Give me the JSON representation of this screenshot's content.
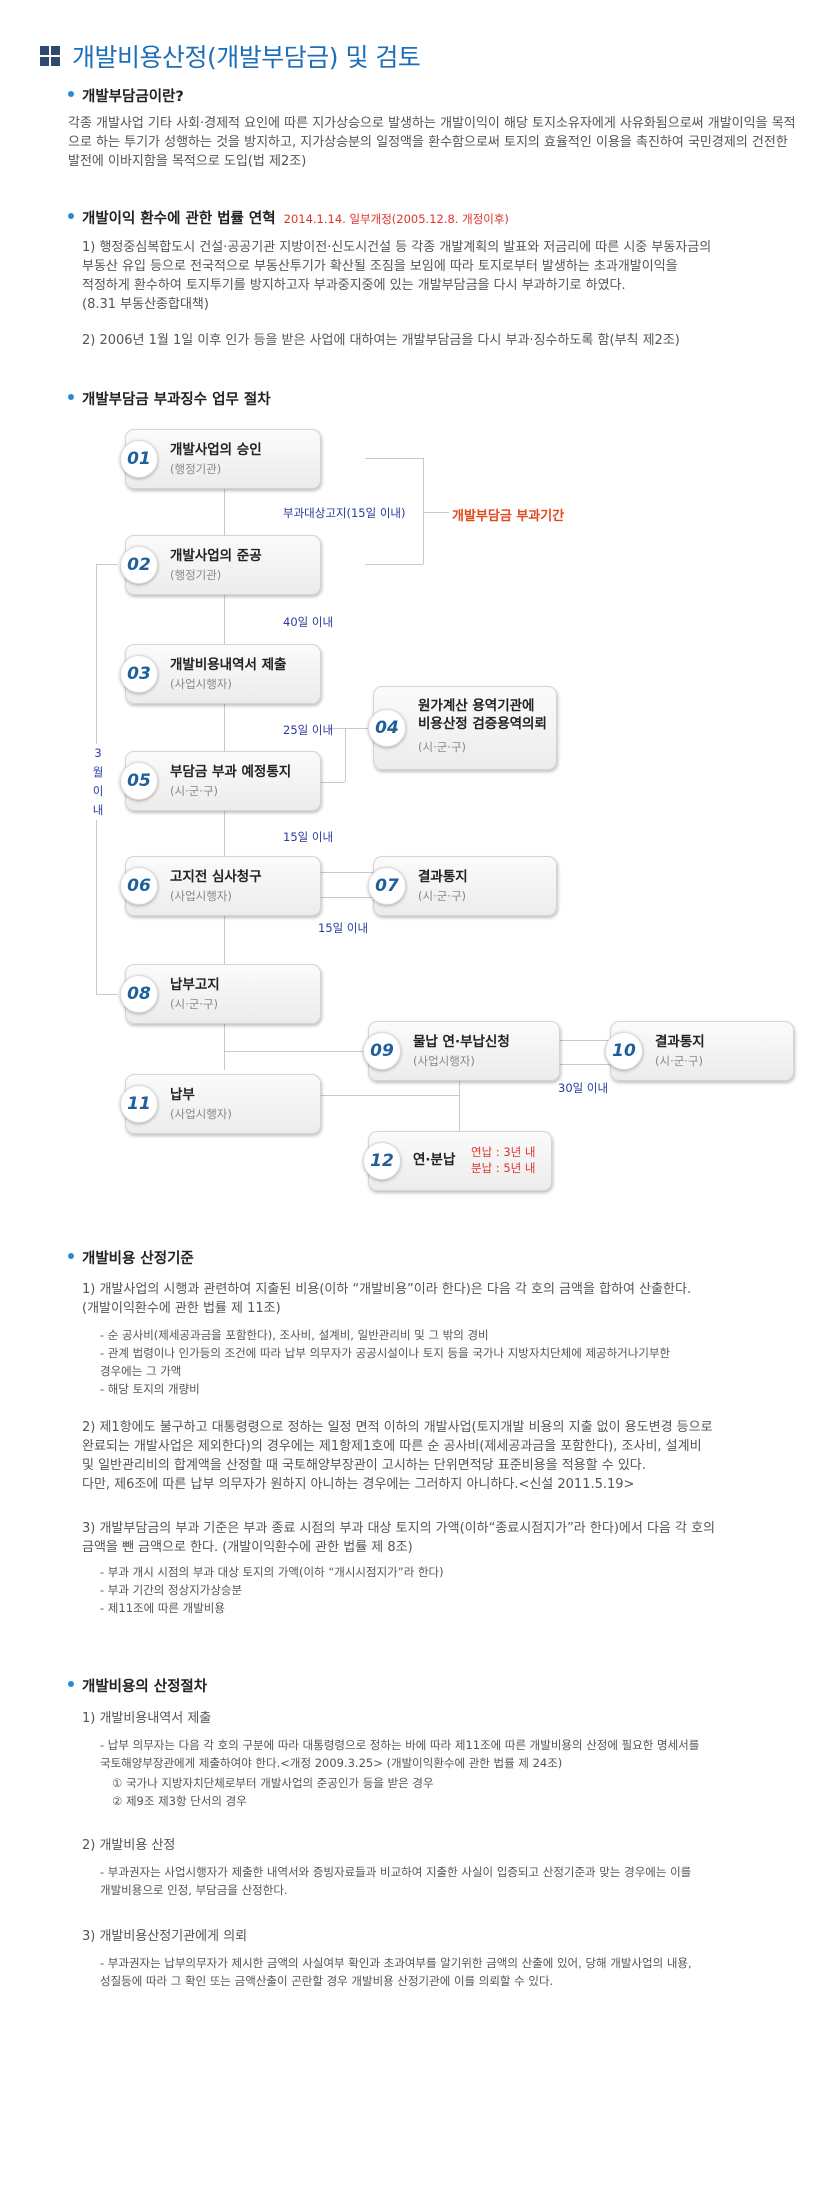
{
  "page_title": "개발비용산정(개발부담금) 및 검토",
  "s1": {
    "heading": "개발부담금이란?",
    "body": "각종 개발사업 기타 사회·경제적 요인에 따른 지가상승으로 발생하는 개발이익이 해당 토지소유자에게 사유화됨으로써 개발이익을 목적으로 하는 투기가 성행하는 것을 방지하고, 지가상승분의 일정액을 환수함으로써 토지의 효율적인 이용을 촉진하여 국민경제의 건전한 발전에 이바지함을 목적으로 도입(법 제2조)"
  },
  "s2": {
    "heading": "개발이익 환수에 관한 법률 연혁",
    "note": "2014.1.14. 일부개정(2005.12.8. 개정이후)",
    "item1": "1) 행정중심복합도시 건설·공공기관 지방이전·신도시건설 등 각종 개발계획의 발표와 저금리에 따른 시중 부동자금의\n부동산 유입 등으로 전국적으로 부동산투기가 확산될 조짐을 보임에 따라 토지로부터 발생하는 초과개발이익을\n적정하게 환수하여 토지투기를 방지하고자 부과중지중에 있는 개발부담금을 다시 부과하기로 하였다.\n(8.31 부동산종합대책)",
    "item2": "2) 2006년 1월 1일 이후 인가 등을 받은 사업에 대하여는 개발부담금을 다시 부과·징수하도록 함(부칙 제2조)"
  },
  "s3": {
    "heading": "개발부담금 부과징수 업무 절차"
  },
  "flow": {
    "steps": [
      {
        "num": "01",
        "title": "개발사업의 승인",
        "sub": "(행정기관)"
      },
      {
        "num": "02",
        "title": "개발사업의 준공",
        "sub": "(행정기관)"
      },
      {
        "num": "03",
        "title": "개발비용내역서 제출",
        "sub": "(사업시행자)"
      },
      {
        "num": "04",
        "title": "원가계산 용역기관에\n비용산정 검증용역의뢰",
        "sub": "(시·군·구)"
      },
      {
        "num": "05",
        "title": "부담금 부과 예정통지",
        "sub": "(시·군·구)"
      },
      {
        "num": "06",
        "title": "고지전 심사청구",
        "sub": "(사업시행자)"
      },
      {
        "num": "07",
        "title": "결과통지",
        "sub": "(시·군·구)"
      },
      {
        "num": "08",
        "title": "납부고지",
        "sub": "(시·군·구)"
      },
      {
        "num": "09",
        "title": "물납 연·부납신청",
        "sub": "(사업시행자)"
      },
      {
        "num": "10",
        "title": "결과통지",
        "sub": "(시·군·구)"
      },
      {
        "num": "11",
        "title": "납부",
        "sub": "(사업시행자)"
      },
      {
        "num": "12",
        "title": "연·분납",
        "sub": ""
      }
    ],
    "labels": {
      "l1": "부과대상고지(15일 이내)",
      "period": "개발부담금 부과기간",
      "l2": "40일 이내",
      "l3": "25일 이내",
      "l4": "15일 이내",
      "l5": "15일 이내",
      "l6": "30일 이내",
      "side": "3\n월\n이\n내",
      "installment": "연납 : 3년 내\n분납 : 5년 내"
    }
  },
  "s4": {
    "heading": "개발비용 산정기준",
    "item1": "1) 개발사업의 시행과 관련하여 지출된 비용(이하 “개발비용”이라 한다)은 다음 각 호의 금액을 합하여 산출한다.\n(개발이익환수에 관한 법률 제 11조)",
    "item1_list": "- 순 공사비(제세공과금을 포함한다), 조사비, 설계비, 일반관리비 및 그 밖의 경비\n- 관계 법령이나 인가등의 조건에 따라 납부 의무자가 공공시설이나 토지 등을 국가나 지방자치단체에 제공하거나기부한\n경우에는 그 가액\n- 해당 토지의 개량비",
    "item2": "2) 제1항에도 불구하고 대통령령으로 정하는 일정 면적 이하의 개발사업(토지개발 비용의 지출 없이 용도변경 등으로\n완료되는 개발사업은 제외한다)의 경우에는 제1항제1호에 따른 순 공사비(제세공과금을 포함한다), 조사비, 설계비\n및 일반관리비의 합계액을 산정할 때 국토해양부장관이 고시하는 단위면적당 표준비용을 적용할 수 있다.\n다만, 제6조에 따른 납부 의무자가 원하지 아니하는 경우에는 그러하지 아니하다.<신설 2011.5.19>",
    "item3": "3) 개발부담금의 부과 기준은 부과 종료 시점의 부과 대상 토지의 가액(이하“종료시점지가”라 한다)에서 다음 각 호의\n금액을 뺀 금액으로 한다. (개발이익환수에 관한 법률 제 8조)",
    "item3_list": "- 부과 개시 시점의 부과 대상 토지의 가액(이하 “개시시점지가”라 한다)\n- 부과 기간의 정상지가상승분\n- 제11조에 따른 개발비용"
  },
  "s5": {
    "heading": "개발비용의 산정절차",
    "item1": "1) 개발비용내역서 제출",
    "item1_text": "- 납부 의무자는 다음 각 호의 구분에 따라 대통령령으로 정하는 바에 따라 제11조에 따른 개발비용의 산정에 필요한 명세서를\n국토해양부장관에게 제출하여야 한다.<개정 2009.3.25> (개발이익환수에 관한 법률 제 24조)",
    "item1_list": "① 국가나 지방자치단체로부터 개발사업의 준공인가 등을 받은 경우\n② 제9조 제3항 단서의 경우",
    "item2": "2) 개발비용 산정",
    "item2_text": "- 부과권자는 사업시행자가 제출한 내역서와 증빙자료들과 비교하여 지출한 사실이 입증되고 산정기준과 맞는 경우에는 이를\n개발비용으로 인정, 부담금을 산정한다.",
    "item3": "3) 개발비용산정기관에게 의뢰",
    "item3_text": "- 부과권자는 납부의무자가 제시한 금액의 사실여부 확인과 초과여부를 알기위한 금액의 산출에 있어, 당해 개발사업의 내용,\n성질등에 따라 그 확인 또는 금액산출이 곤란할 경우 개발비용 산정기관에 이를 의뢰할 수 있다."
  }
}
